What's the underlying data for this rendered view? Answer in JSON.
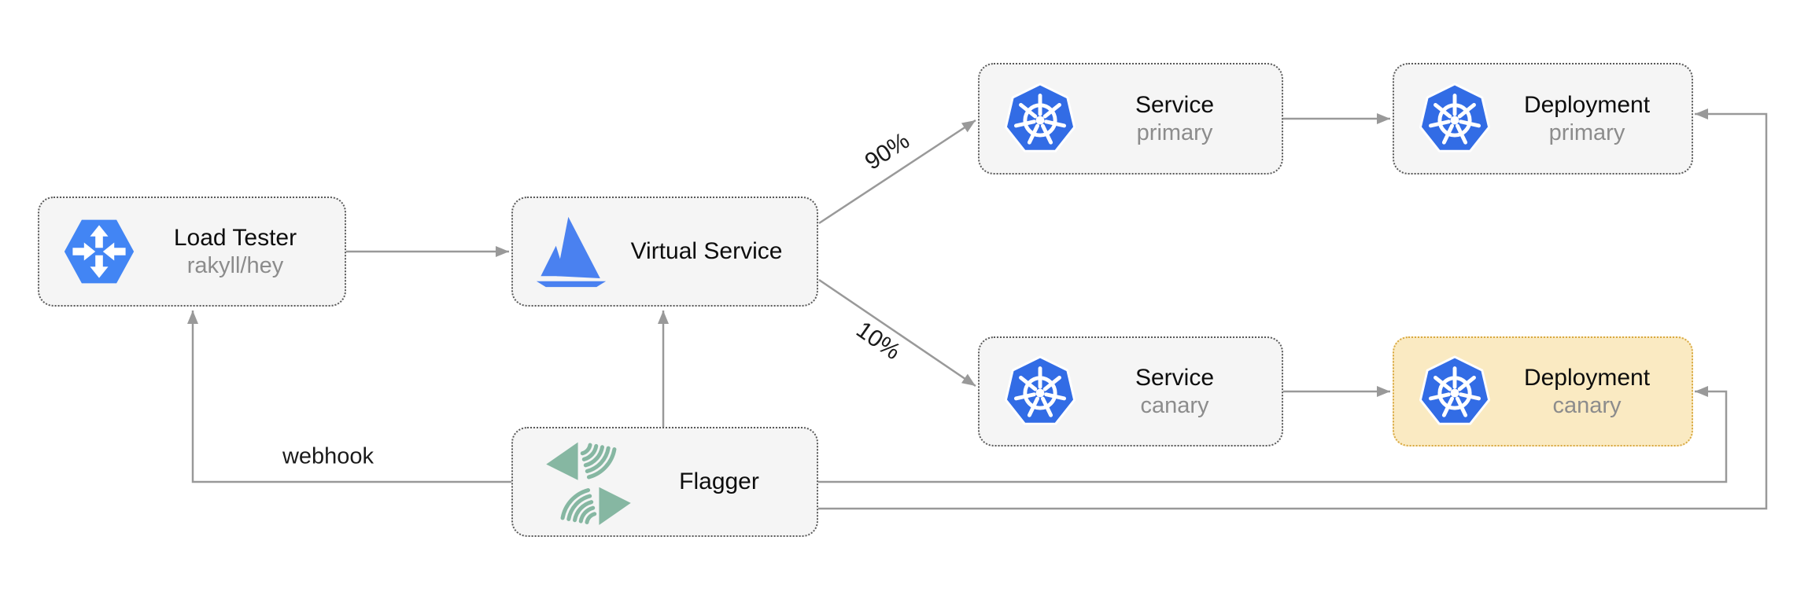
{
  "nodes": [
    {
      "id": "load-tester",
      "label": "Load Tester",
      "sublabel": "rakyll/hey",
      "icon": "load-balancer-icon"
    },
    {
      "id": "virtual-service",
      "label": "Virtual Service",
      "sublabel": "",
      "icon": "istio-sail-icon"
    },
    {
      "id": "service-primary",
      "label": "Service",
      "sublabel": "primary",
      "icon": "kubernetes-icon"
    },
    {
      "id": "deployment-primary",
      "label": "Deployment",
      "sublabel": "primary",
      "icon": "kubernetes-icon"
    },
    {
      "id": "service-canary",
      "label": "Service",
      "sublabel": "canary",
      "icon": "kubernetes-icon"
    },
    {
      "id": "deployment-canary",
      "label": "Deployment",
      "sublabel": "canary",
      "icon": "kubernetes-icon",
      "variant": "highlight"
    },
    {
      "id": "flagger",
      "label": "Flagger",
      "sublabel": "",
      "icon": "flagger-icon"
    }
  ],
  "edges": [
    {
      "from": "load-tester",
      "to": "virtual-service",
      "label": ""
    },
    {
      "from": "virtual-service",
      "to": "service-primary",
      "label": "90%"
    },
    {
      "from": "virtual-service",
      "to": "service-canary",
      "label": "10%"
    },
    {
      "from": "service-primary",
      "to": "deployment-primary",
      "label": ""
    },
    {
      "from": "service-canary",
      "to": "deployment-canary",
      "label": ""
    },
    {
      "from": "flagger",
      "to": "virtual-service",
      "label": ""
    },
    {
      "from": "flagger",
      "to": "load-tester",
      "label": "webhook"
    },
    {
      "from": "flagger",
      "to": "deployment-canary",
      "label": ""
    },
    {
      "from": "flagger",
      "to": "deployment-primary",
      "label": ""
    }
  ],
  "colors": {
    "node_fill": "#f5f5f5",
    "node_border": "#595959",
    "highlight_fill": "#faeac2",
    "highlight_border": "#d8a840",
    "edge": "#999999",
    "label": "#0d0d0d",
    "sublabel": "#8c8c8c",
    "kubernetes_blue": "#326ce5",
    "istio_blue": "#4a81f0",
    "flagger_teal": "#86b7a2",
    "load_tester_blue": "#4285f4"
  }
}
